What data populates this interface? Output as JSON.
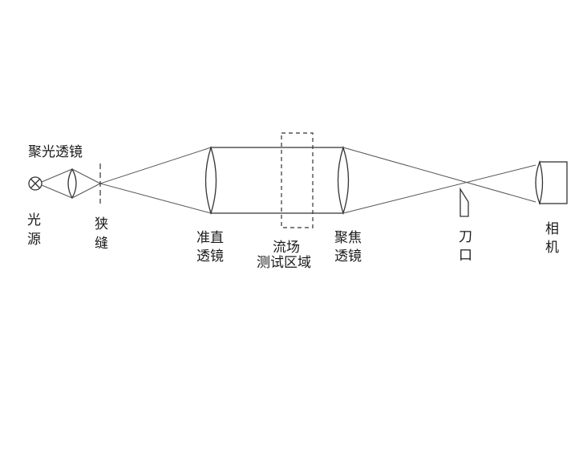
{
  "labels": {
    "condenser_lens": "聚光透镜",
    "light_source": [
      "光",
      "源"
    ],
    "slit": [
      "狭",
      "缝"
    ],
    "collimating_lens": [
      "准直",
      "透镜"
    ],
    "test_region": [
      "流场",
      "测试区域"
    ],
    "focusing_lens": [
      "聚焦",
      "透镜"
    ],
    "knife_edge": [
      "刀",
      "口"
    ],
    "camera": [
      "相",
      "机"
    ]
  }
}
